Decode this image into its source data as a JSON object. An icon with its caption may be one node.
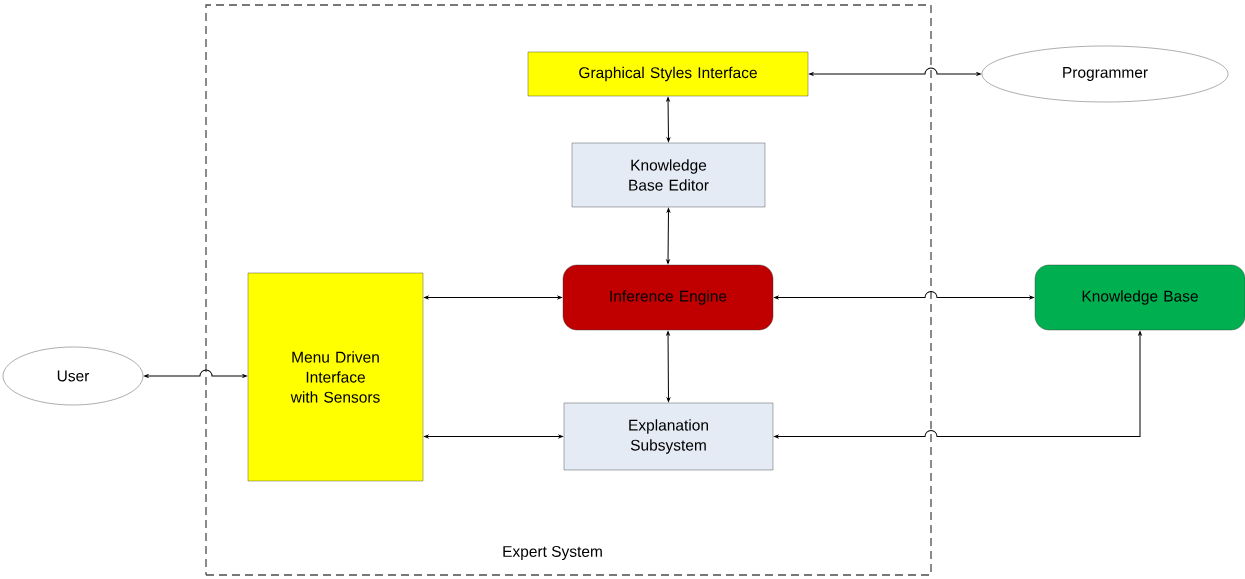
{
  "diagram": {
    "nodes": [
      {
        "text": [
          "Expert System"
        ]
      },
      {
        "text": [
          "Graphical Styles Interface"
        ],
        "in": 0
      },
      {
        "text": [
          "Knowledge Base Editor"
        ],
        "in": 0
      },
      {
        "text": [
          "Menu Driven Interface with Sensors"
        ],
        "in": 0
      },
      {
        "text": [
          "Inference Engine"
        ],
        "in": 0
      },
      {
        "text": [
          "Explanation Subsystem"
        ],
        "in": 0
      },
      {
        "text": [
          "Programmer"
        ]
      },
      {
        "text": [
          "Knowledge Base"
        ]
      },
      {
        "text": [
          "User"
        ]
      }
    ],
    "edges": [
      {
        "from": 1,
        "to": 6,
        "arrow": "both"
      },
      {
        "from": 1,
        "to": 2,
        "arrow": "both"
      },
      {
        "from": 2,
        "to": 4,
        "arrow": "both"
      },
      {
        "from": 3,
        "to": 4,
        "arrow": "both"
      },
      {
        "from": 4,
        "to": 7,
        "arrow": "both"
      },
      {
        "from": 4,
        "to": 5,
        "arrow": "both"
      },
      {
        "from": 3,
        "to": 5,
        "arrow": "both"
      },
      {
        "from": 5,
        "to": 7,
        "arrow": "both"
      },
      {
        "from": 8,
        "to": 3,
        "arrow": "both"
      }
    ]
  }
}
